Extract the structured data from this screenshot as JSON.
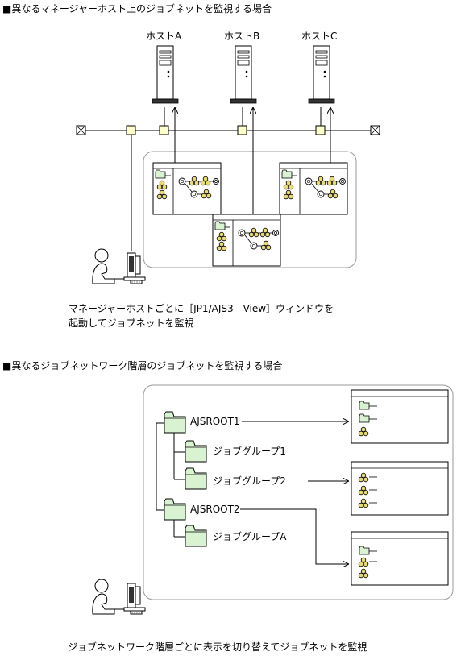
{
  "section1": {
    "title": "■異なるマネージャーホスト上のジョブネットを監視する場合",
    "hosts": [
      "ホストA",
      "ホストB",
      "ホストC"
    ],
    "caption_line1": "マネージャーホストごとに［JP1/AJS3 - View］ウィンドウを",
    "caption_line2": "起動してジョブネットを監視"
  },
  "section2": {
    "title": "■異なるジョブネットワーク階層のジョブネットを監視する場合",
    "tree": {
      "root1": "AJSROOT1",
      "group1": "ジョブグループ1",
      "group2": "ジョブグループ2",
      "root2": "AJSROOT2",
      "groupA": "ジョブグループA"
    },
    "caption": "ジョブネットワーク階層ごとに表示を切り替えてジョブネットを監視"
  },
  "colors": {
    "folder_fill": "#d9f2d2",
    "jobnet_fill": "#e8d97a",
    "line": "#000000",
    "frame": "#999999"
  }
}
